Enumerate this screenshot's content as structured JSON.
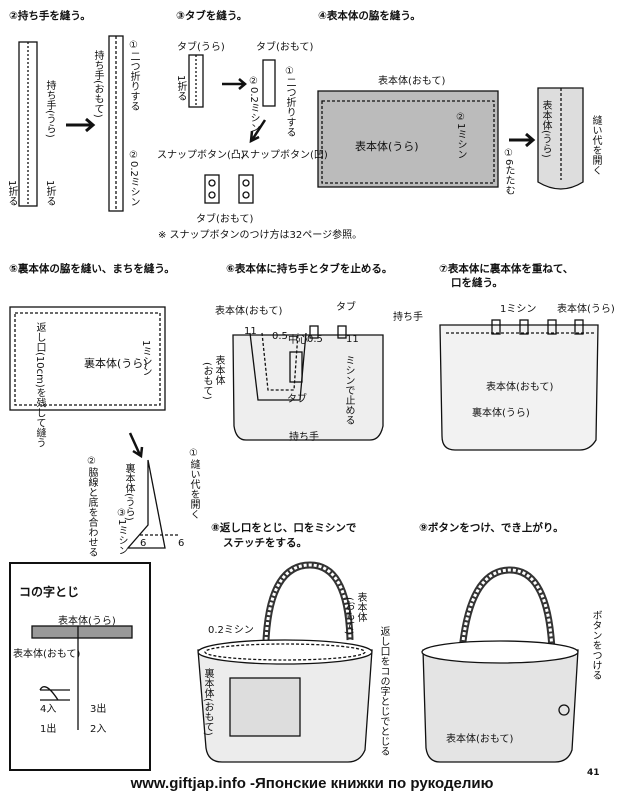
{
  "steps": {
    "s2": "②持ち手を縫う。",
    "s3": "③タブを縫う。",
    "s4": "④表本体の脇を縫う。",
    "s5": "⑤裏本体の脇を縫い、まちを縫う。",
    "s6": "⑥表本体に持ち手とタブを止める。",
    "s7a": "⑦表本体に裏本体を重ねて、",
    "s7b": "口を縫う。",
    "s8a": "⑧返し口をとじ、口をミシンで",
    "s8b": "ステッチをする。",
    "s9": "⑨ボタンをつけ、でき上がり。"
  },
  "labels": {
    "handle_ura": "持ち手(うら)",
    "handle_omote": "持ち手(おもて)",
    "fold_half": "①二つ折りする",
    "machine02": "②0.2ミシン",
    "fold1": "1折る",
    "fold1b": "1折る",
    "fold1c": "1折る",
    "tab_ura": "タブ(うら)",
    "tab_omote": "タブ(おもて)",
    "tab_omote2": "タブ(おもて)",
    "snap_totsu": "スナップボタン(凸)",
    "snap_ou": "スナップボタン(凹)",
    "snap_note": "※ スナップボタンのつけ方は32ページ参照。",
    "body_omote": "表本体(おもて)",
    "body_ura": "表本体(うら)",
    "body_ura2": "表本体(うら)",
    "machine1": "②1ミシン",
    "fold6": "①6たたむ",
    "open_seam": "縫い代を開く",
    "return_opening": "返し口(10cm)を残して縫う",
    "lining_ura": "裏本体(うら)",
    "lining_ura2": "裏本体(うら)",
    "machine1b": "1ミシン",
    "open_seam2": "①縫い代を開く",
    "align_sides": "②脇線と底を合わせる",
    "machine1c": "③1ミシン",
    "num6": "6",
    "num6b": "6",
    "body_omote2": "表本体(おもて)",
    "tab": "タブ",
    "handle": "持ち手",
    "handle2": "持ち手",
    "tab2": "タブ",
    "n11": "11",
    "n11b": "11",
    "n05": "0.5",
    "n05b": "0.5",
    "center": "中心",
    "machine_fix": "ミシンで止める",
    "machine1d": "1ミシン",
    "body_omote3": "表本体(おもて)",
    "lining_ura3": "裏本体(うら)",
    "body_omote4": "表本体",
    "omote": "(おもて)",
    "lining_omote": "裏本体(おもて)",
    "machine02b": "0.2ミシン",
    "slip_stitch_close": "返し口をコの字とじでとじる",
    "sew_button": "ボタンをつける",
    "body_omote5": "表本体(おもて)",
    "ko_title": "コの字とじ",
    "ko_body_ura": "表本体(うら)",
    "ko_body_omote": "表本体(おもて)",
    "ko_4": "4入",
    "ko_3": "3出",
    "ko_1": "1出",
    "ko_2": "2入",
    "footer": "www.giftjap.info -Японские книжки по рукоделию",
    "page_num": "41"
  }
}
